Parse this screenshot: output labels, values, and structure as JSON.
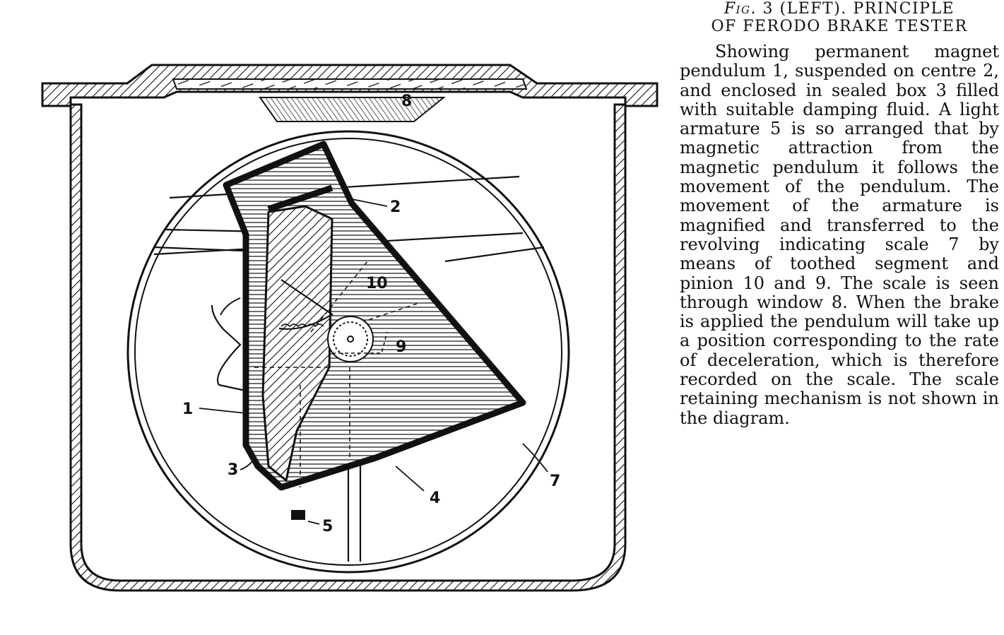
{
  "caption": {
    "figure_label": "Fig.",
    "figure_number": "3",
    "position": "(LEFT).",
    "title_line1": "PRINCIPLE",
    "title_line2": "OF FERODO BRAKE TESTER",
    "body": "Showing permanent magnet pendulum 1, suspended on centre 2, and enclosed in sealed box 3 filled with suitable damping fluid. A light armature 5 is so arranged that by magnetic attraction from the magnetic pendulum it follows the movement of the pendulum. The movement of the armature is magnified and transferred to the revolving indicating scale 7 by means of toothed segment and pinion 10 and 9. The scale is seen through window 8. When the brake is applied the pendulum will take up a position corresponding to the rate of deceleration, which is therefore recorded on the scale. The scale retaining mechanism is not shown in the diagram."
  },
  "diagram": {
    "labels": {
      "pendulum": "1",
      "centre": "2",
      "box": "3",
      "segment": "4",
      "armature": "5",
      "scale": "7",
      "window": "8",
      "pinion": "9",
      "toothed_segment": "10"
    }
  }
}
